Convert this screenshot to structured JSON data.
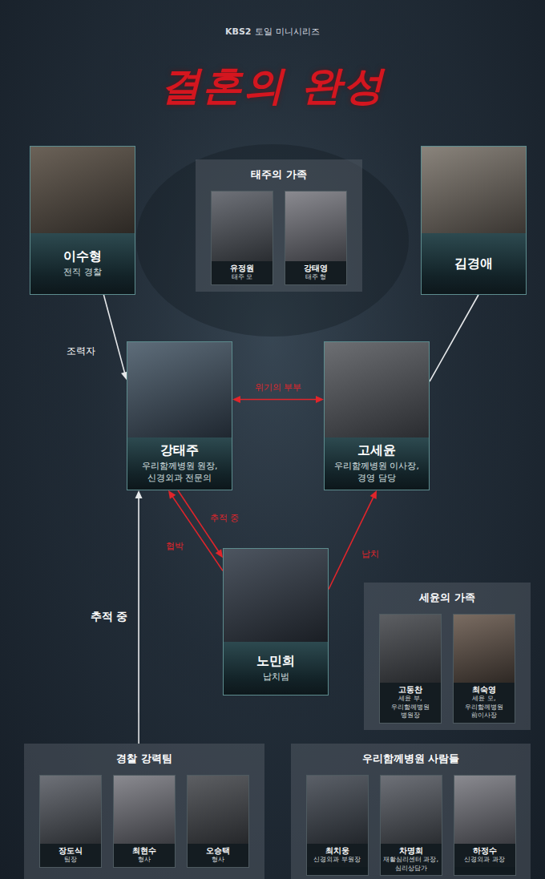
{
  "diagram": {
    "title": "결혼의 완성",
    "nodes": [
      {
        "text": [
          "이수형",
          "전직 경찰"
        ]
      },
      {
        "text": [
          "태주의 가족"
        ]
      },
      {
        "text": [
          "유정원",
          "태주 모"
        ],
        "in": 1
      },
      {
        "text": [
          "강태영",
          "태주 형"
        ],
        "in": 1
      },
      {
        "text": [
          "김경애"
        ]
      },
      {
        "text": [
          "강태주",
          "우리함께병원 원장, 신경외과 전문의"
        ]
      },
      {
        "text": [
          "고세윤",
          "우리함께병원 이사장, 경영 담당"
        ]
      },
      {
        "text": [
          "노민희",
          "납치범"
        ]
      },
      {
        "text": [
          "세윤의 가족"
        ]
      },
      {
        "text": [
          "고동찬",
          "세윤 부, 우리함께병원 병원장"
        ],
        "in": 8
      },
      {
        "text": [
          "최숙영",
          "세윤 모, 우리함께병원 前이사장"
        ],
        "in": 8
      },
      {
        "text": [
          "경찰 강력팀"
        ]
      },
      {
        "text": [
          "장도식",
          "팀장"
        ],
        "in": 11
      },
      {
        "text": [
          "최현수",
          "형사"
        ],
        "in": 11
      },
      {
        "text": [
          "오승택",
          "형사"
        ],
        "in": 11
      },
      {
        "text": [
          "우리함께병원 사람들"
        ]
      },
      {
        "text": [
          "최치웅",
          "신경외과 부원장"
        ],
        "in": 15
      },
      {
        "text": [
          "차명희",
          "재활심리센터 과장, 심리상담가"
        ],
        "in": 15
      },
      {
        "text": [
          "하정수",
          "신경외과 과장"
        ],
        "in": 15
      }
    ],
    "edges": [
      {
        "from": 0,
        "to": 5,
        "label": "조력자",
        "arrow": "to"
      },
      {
        "from": 4,
        "to": 6,
        "arrow": "none"
      },
      {
        "from": 5,
        "to": 6,
        "label": "위기의 부부",
        "arrow": "both"
      },
      {
        "from": 5,
        "to": 7,
        "label": "추적 중",
        "arrow": "to"
      },
      {
        "from": 7,
        "to": 5,
        "label": "협박",
        "arrow": "to"
      },
      {
        "from": 7,
        "to": 6,
        "label": "납치",
        "arrow": "to"
      },
      {
        "from": 11,
        "to": 5,
        "label": "추적 중",
        "arrow": "to"
      }
    ],
    "labels": [
      "KBS2",
      "토일 미니시리즈"
    ]
  }
}
